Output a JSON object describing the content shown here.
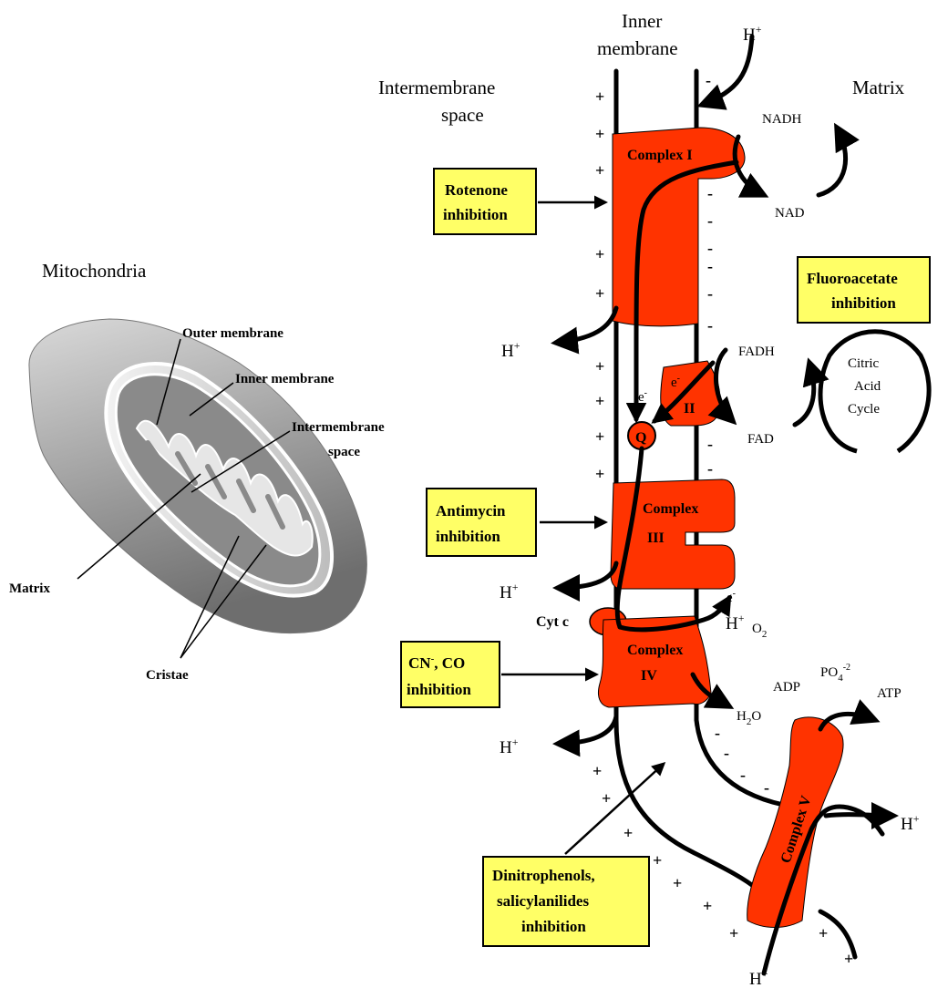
{
  "labels": {
    "inner_membrane_line1": "Inner",
    "inner_membrane_line2": "membrane",
    "intermembrane_space_line1": "Intermembrane",
    "intermembrane_space_line2": "space",
    "matrix": "Matrix",
    "mitochondria": "Mitochondria",
    "citric_line1": "Citric",
    "citric_line2": "Acid",
    "citric_line3": "Cycle",
    "cyt_c": "Cyt c"
  },
  "mito_labels": {
    "outer_membrane": "Outer membrane",
    "inner_membrane": "Inner membrane",
    "intermembrane_line1": "Intermembrane",
    "intermembrane_line2": "space",
    "matrix": "Matrix",
    "cristae": "Cristae"
  },
  "complexes": {
    "complex_1": "Complex I",
    "complex_2": "II",
    "complex_3_line1": "Complex",
    "complex_3_line2": "III",
    "complex_4_line1": "Complex",
    "complex_4_line2": "IV",
    "complex_5": "Complex V",
    "q": "Q"
  },
  "molecules": {
    "h_plus": "H+",
    "h": "H",
    "plus": "+",
    "nadh": "NADH",
    "nad": "NAD",
    "fadh": "FADH",
    "fad": "FAD",
    "o2": "O",
    "o2_sub": "2",
    "h2o_h": "H",
    "h2o_sub": "2",
    "h2o_o": "O",
    "adp": "ADP",
    "po4": "PO",
    "po4_sub": "4",
    "po4_sup": "-2",
    "atp": "ATP",
    "e_minus": "e-"
  },
  "inhibitors": {
    "rotenone_line1": "Rotenone",
    "rotenone_line2": "inhibition",
    "fluoro_line1": "Fluoroacetate",
    "fluoro_line2": "inhibition",
    "antimycin_line1": "Antimycin",
    "antimycin_line2": "inhibition",
    "cn_a": "CN",
    "cn_sup": "-",
    "cn_b": ", CO",
    "cn_line2": "inhibition",
    "dnp_line1": "Dinitrophenols,",
    "dnp_line2": "salicylanilides",
    "dnp_line3": "inhibition"
  },
  "signs": {
    "plus": "+",
    "minus": "-"
  },
  "colors": {
    "complex_fill": "#ff3300",
    "inhibitor_box": "#ffff66",
    "stroke": "#000000"
  }
}
